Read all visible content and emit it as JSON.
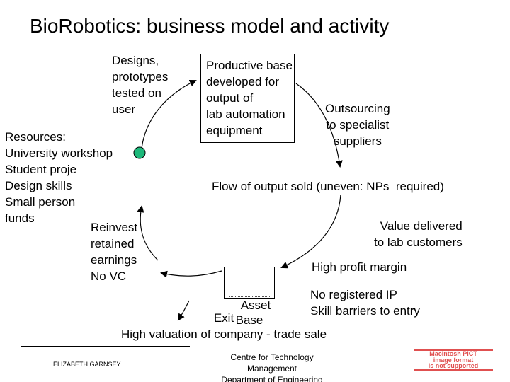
{
  "slide": {
    "title": "BioRobotics: business model and activity"
  },
  "diagram": {
    "designs": "Designs,\nprototypes\ntested on\nuser",
    "productive_base": "Productive base\ndeveloped for\noutput of\nlab automation\nequipment",
    "outsourcing": "Outsourcing\nto specialist\nsuppliers",
    "resources": "Resources:\nUniversity workshop\nStudent proje\nDesign skills\nSmall person\nfunds",
    "flow": "Flow of output sold (uneven: NPs  required)",
    "reinvest": "Reinvest\nretained\nearnings\nNo VC",
    "value_delivered": "Value delivered\nto lab customers",
    "high_profit": "High profit margin",
    "asset_base": "Asset\nBase",
    "no_ip": "No registered IP\nSkill barriers to entry",
    "exit": "Exit\nHigh valuation of company - trade sale",
    "colors": {
      "node_dot": "#1db87a",
      "stamp": "#e05050"
    }
  },
  "footer": {
    "author": "ELIZABETH GARNSEY",
    "centre": "Centre for Technology\nManagement\nDepartment of Engineering",
    "stamp": "Macintosh PICT\nimage format\nis not supported"
  }
}
